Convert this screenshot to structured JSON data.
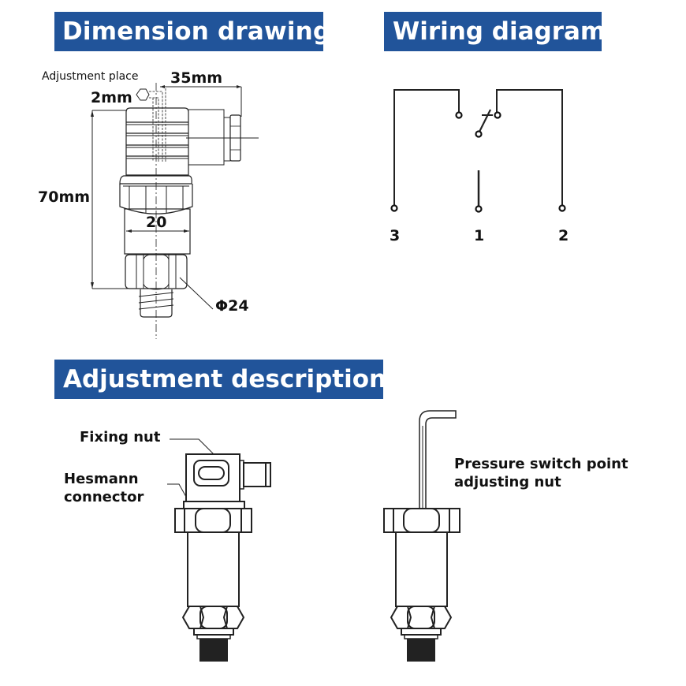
{
  "sections": {
    "dimension": {
      "title": "Dimension drawing",
      "labels": {
        "adjustment_place": "Adjustment place",
        "width_top": "35mm",
        "offset": "2mm",
        "height": "70mm",
        "body_width": "20",
        "diameter": "Φ24"
      }
    },
    "wiring": {
      "title": "Wiring diagram",
      "terminals": [
        "3",
        "1",
        "2"
      ]
    },
    "adjustment": {
      "title": "Adjustment description",
      "callouts": {
        "fixing_nut": "Fixing nut",
        "connector_line1": "Hesmann",
        "connector_line2": "connector",
        "adjusting_line1": "Pressure switch point",
        "adjusting_line2": "adjusting nut"
      }
    }
  },
  "colors": {
    "banner_bg": "#21549a",
    "banner_text": "#ffffff",
    "line": "#222222"
  }
}
